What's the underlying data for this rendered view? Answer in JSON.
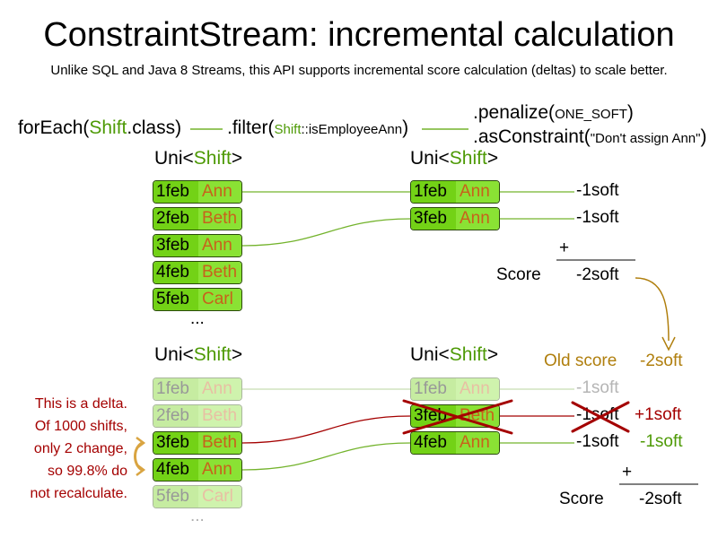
{
  "title": "ConstraintStream: incremental calculation",
  "subtitle": "Unlike SQL and Java 8 Streams, this API supports incremental score calculation (deltas) to scale better.",
  "pipeline": {
    "foreach_pre": "forEach(",
    "foreach_class": "Shift",
    "foreach_post": ".class)",
    "filter_pre": ".filter(",
    "filter_ref": "Shift",
    "filter_method": "::isEmployeeAnn",
    "filter_post": ")",
    "penalize_pre": ".penalize(",
    "penalize_arg": "ONE_SOFT",
    "penalize_post": ")",
    "asconstraint_pre": ".asConstraint(",
    "asconstraint_arg": "\"Don't assign Ann\"",
    "asconstraint_post": ")"
  },
  "uni": {
    "pre": "Uni<",
    "type": "Shift",
    "post": ">"
  },
  "top": {
    "left_rows": [
      {
        "date": "1feb",
        "name": "Ann"
      },
      {
        "date": "2feb",
        "name": "Beth"
      },
      {
        "date": "3feb",
        "name": "Ann"
      },
      {
        "date": "4feb",
        "name": "Beth"
      },
      {
        "date": "5feb",
        "name": "Carl"
      }
    ],
    "right_rows": [
      {
        "date": "1feb",
        "name": "Ann",
        "penalty": "-1soft"
      },
      {
        "date": "3feb",
        "name": "Ann",
        "penalty": "-1soft"
      }
    ],
    "plus": "+",
    "score_label": "Score",
    "score_value": "-2soft",
    "ellipsis": "..."
  },
  "bottom": {
    "left_rows": [
      {
        "date": "1feb",
        "name": "Ann"
      },
      {
        "date": "2feb",
        "name": "Beth"
      },
      {
        "date": "3feb",
        "name": "Beth"
      },
      {
        "date": "4feb",
        "name": "Ann"
      },
      {
        "date": "5feb",
        "name": "Carl"
      }
    ],
    "right_rows": [
      {
        "date": "1feb",
        "name": "Ann",
        "penalty": "-1soft"
      },
      {
        "date": "3feb",
        "name": "Beth",
        "penalty": "-1soft",
        "delta": "+1soft"
      },
      {
        "date": "4feb",
        "name": "Ann",
        "penalty": "-1soft",
        "delta": "-1soft"
      }
    ],
    "old_score_label": "Old score",
    "old_score_value": "-2soft",
    "plus": "+",
    "score_label": "Score",
    "score_value": "-2soft",
    "ellipsis": "..."
  },
  "delta_note": [
    "This is a delta.",
    "Of 1000 shifts,",
    "only 2 change,",
    "so 99.8% do",
    "not recalculate."
  ],
  "colors": {
    "green": "#4e9a06",
    "cell_date": "#73d216",
    "cell_name": "#8ae234",
    "name_text": "#c7621b",
    "brown": "#b07f0e",
    "dark_red": "#a40000",
    "cross_red": "#a40000",
    "line_green": "#73b32c",
    "line_red": "#a40000"
  }
}
